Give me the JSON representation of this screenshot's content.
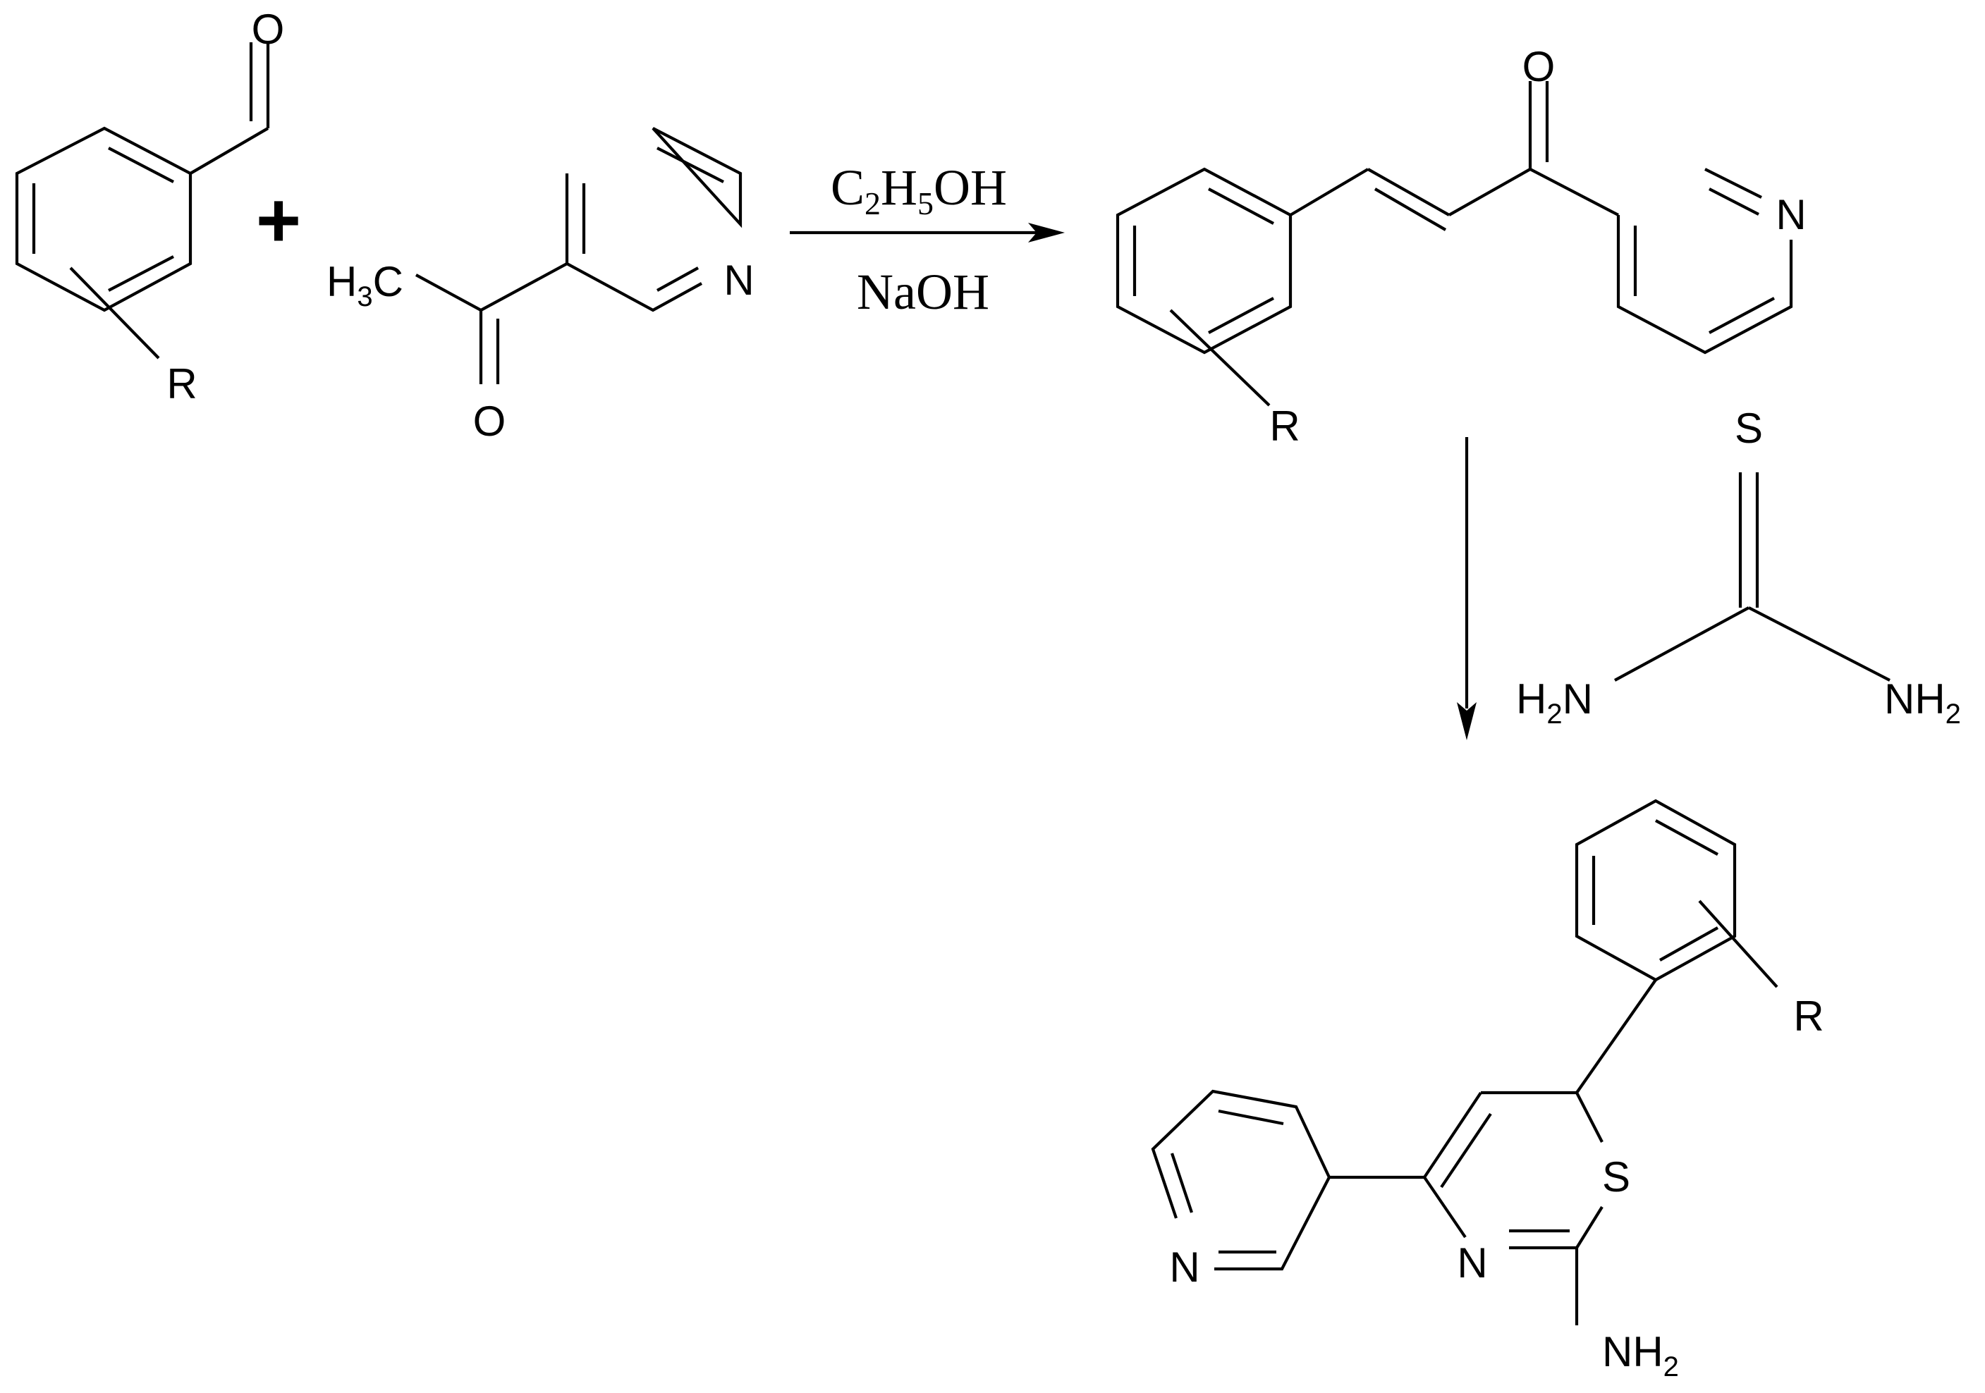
{
  "scheme": {
    "benzaldehyde": {
      "o": "O",
      "r": "R"
    },
    "plus": "+",
    "acetylpyridine": {
      "h": "H",
      "h_sub": "3",
      "c": "C",
      "o": "O",
      "n": "N"
    },
    "reagents": {
      "top": {
        "c": "C",
        "c_sub": "2",
        "h": "H",
        "h_sub": "5",
        "oh": "OH"
      },
      "bottom": "NaOH"
    },
    "chalcone": {
      "o": "O",
      "n": "N",
      "r": "R"
    },
    "thiourea": {
      "s": "S",
      "left_h": "H",
      "left_sub": "2",
      "left_n": "N",
      "right_nh": "NH",
      "right_sub": "2"
    },
    "thiazine": {
      "r": "R",
      "s": "S",
      "n_ring": "N",
      "n_pyr": "N",
      "nh": "NH",
      "nh_sub": "2"
    }
  }
}
